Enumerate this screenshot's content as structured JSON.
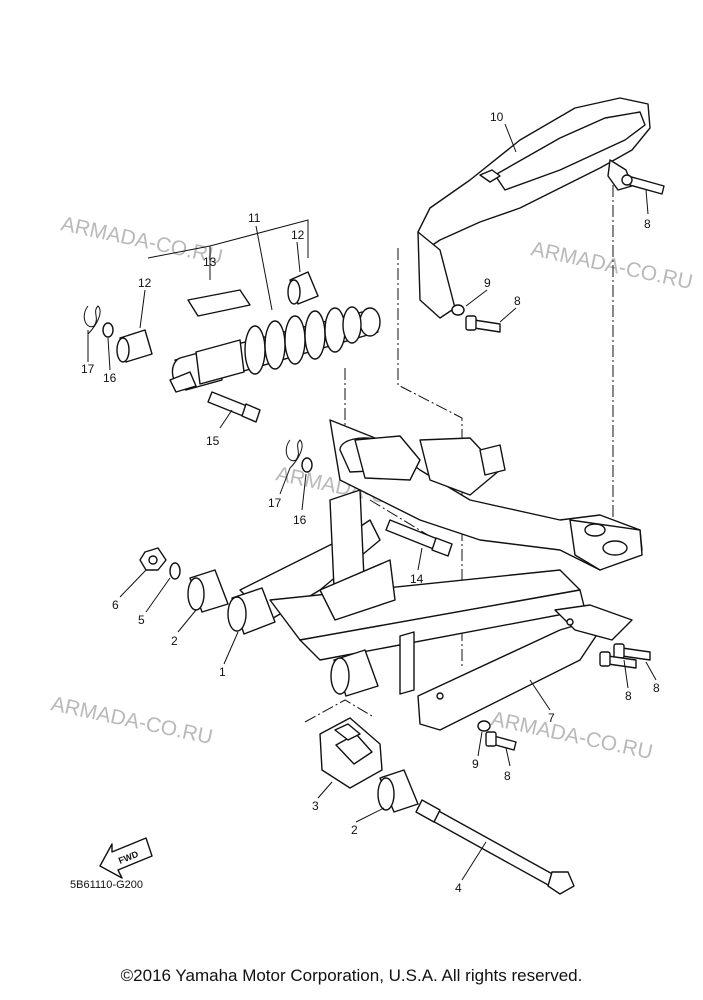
{
  "watermarks": [
    "ARMADA-CO.RU",
    "ARMADA-CO.RU",
    "ARMADA-CO.RU",
    "ARMADA-CO.RU",
    "ARMADA-CO.RU"
  ],
  "callouts": {
    "c1": "1",
    "c2a": "2",
    "c2b": "2",
    "c3": "3",
    "c4": "4",
    "c5": "5",
    "c6": "6",
    "c7": "7",
    "c8a": "8",
    "c8b": "8",
    "c8c": "8",
    "c8d": "8",
    "c8e": "8",
    "c9a": "9",
    "c9b": "9",
    "c10": "10",
    "c11": "11",
    "c12a": "12",
    "c12b": "12",
    "c13": "13",
    "c14": "14",
    "c15": "15",
    "c16a": "16",
    "c16b": "16",
    "c17a": "17",
    "c17b": "17"
  },
  "fwd_label": "FWD",
  "diagram_code": "5B61110-G200",
  "copyright": "©2016 Yamaha Motor Corporation, U.S.A. All rights reserved."
}
